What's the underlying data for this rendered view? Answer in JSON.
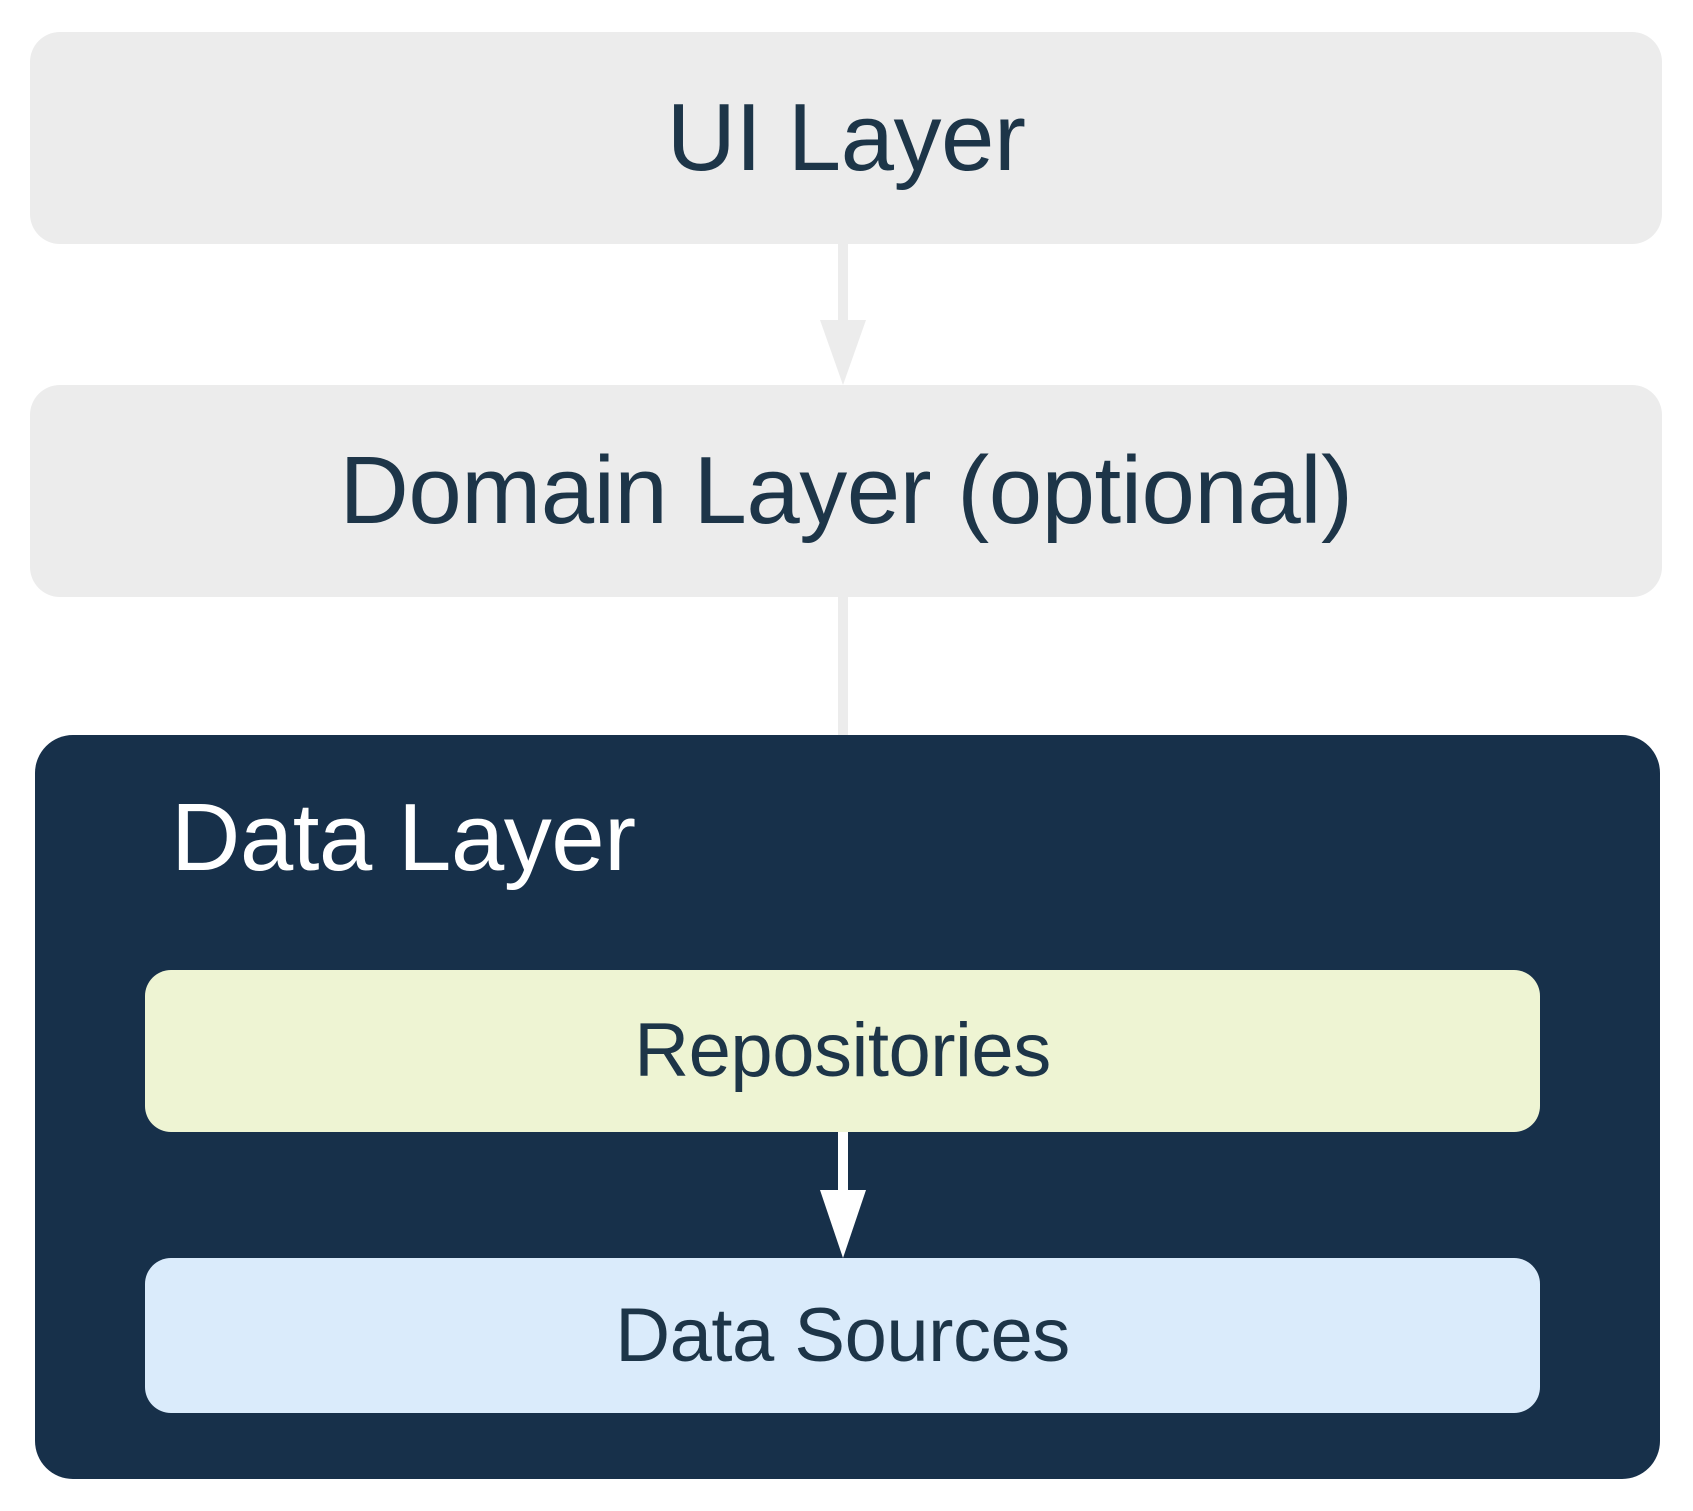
{
  "diagram": {
    "title": "Android app architecture layers",
    "type": "layered-architecture-diagram",
    "background_color": "#ffffff"
  },
  "colors": {
    "layer_gray": "#ececec",
    "data_layer_navy": "#17304a",
    "repositories_green": "#eef4d3",
    "data_sources_blue": "#daebfb",
    "text_dark": "#1d3548",
    "text_light": "#ffffff",
    "arrow_gray": "#ececec",
    "arrow_white": "#ffffff"
  },
  "layers": {
    "ui": {
      "label": "UI Layer",
      "fill": "#ececec",
      "text_color": "#1d3548"
    },
    "domain": {
      "label": "Domain Layer (optional)",
      "fill": "#ececec",
      "text_color": "#1d3548"
    },
    "data": {
      "label": "Data Layer",
      "fill": "#17304a",
      "text_color": "#ffffff",
      "children": {
        "repositories": {
          "label": "Repositories",
          "fill": "#eef4d3",
          "text_color": "#1d3548"
        },
        "data_sources": {
          "label": "Data Sources",
          "fill": "#daebfb",
          "text_color": "#1d3548"
        }
      }
    }
  },
  "arrows": [
    {
      "name": "ui-to-domain",
      "from": "UI Layer",
      "to": "Domain Layer (optional)",
      "color": "#ececec",
      "direction": "down"
    },
    {
      "name": "domain-to-repositories",
      "from": "Domain Layer (optional)",
      "to": "Repositories",
      "color": "#ececec",
      "head_color": "#ffffff",
      "direction": "down"
    },
    {
      "name": "repositories-to-data-sources",
      "from": "Repositories",
      "to": "Data Sources",
      "color": "#ffffff",
      "direction": "down"
    }
  ]
}
